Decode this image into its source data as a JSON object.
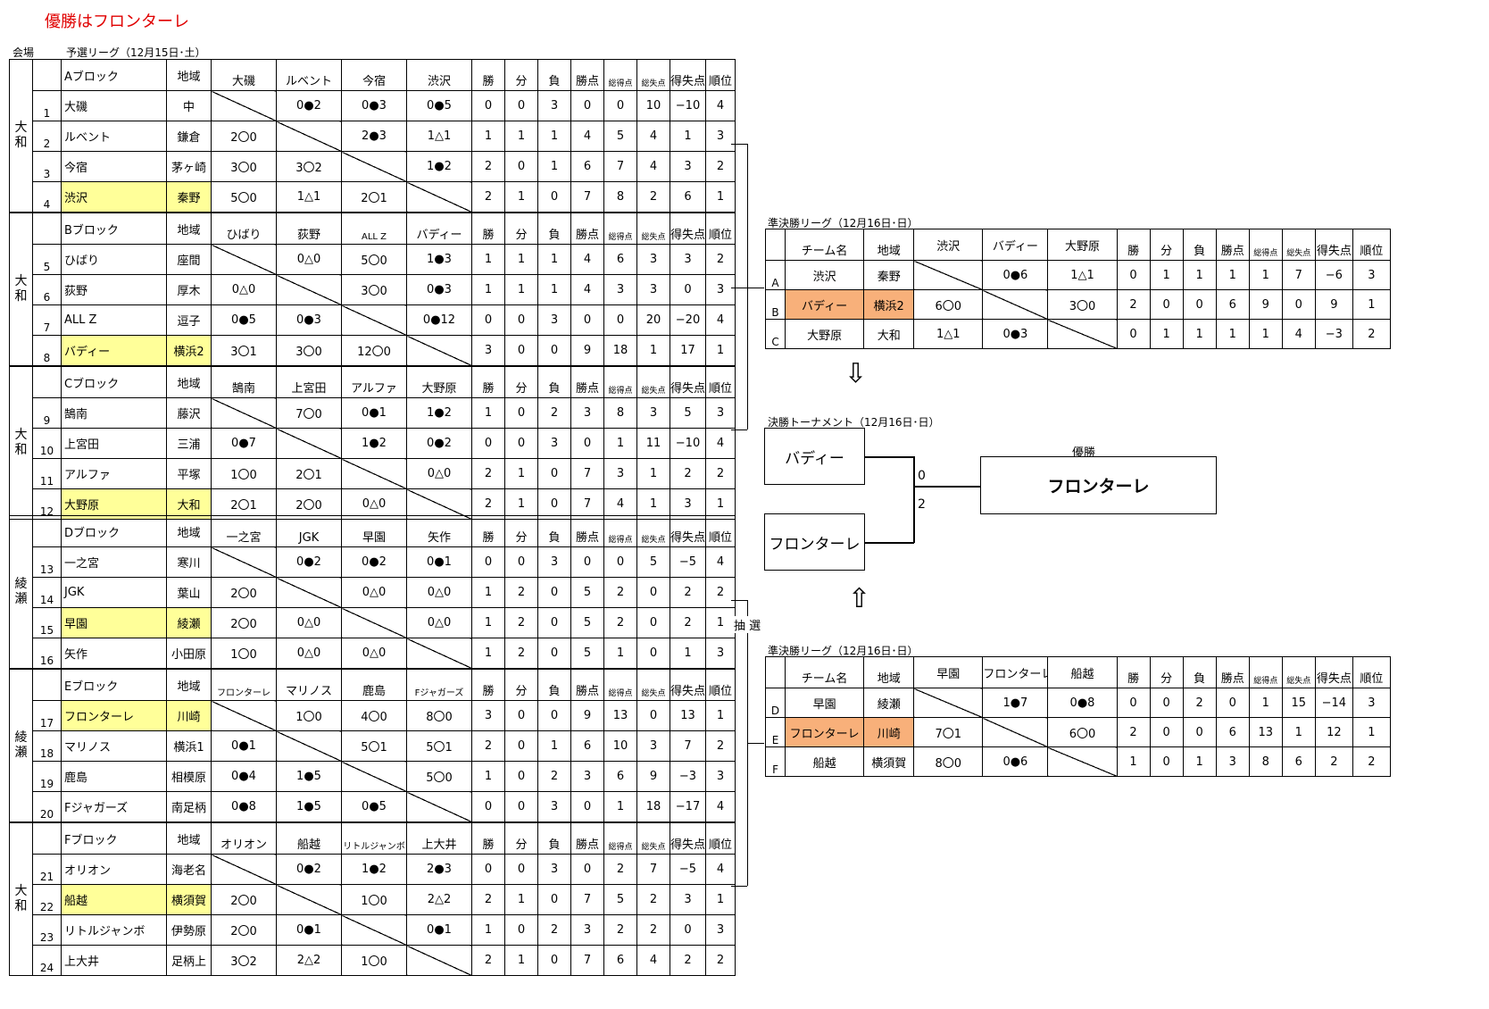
{
  "title": "優勝はフロンターレ",
  "labels": {
    "venue_header": "会場",
    "prelim": "予選リーグ（12月15日･土）",
    "semi1": "準決勝リーグ（12月16日･日）",
    "semi2": "準決勝リーグ（12月16日･日）",
    "final": "決勝トーナメント（12月16日･日）",
    "champion_label": "優勝",
    "lottery": "抽 選"
  },
  "stat_headers": [
    "勝",
    "分",
    "負",
    "勝点",
    "総得点",
    "総失点",
    "得失点",
    "順位"
  ],
  "region_header": "地域",
  "blocks": [
    {
      "name": "Aブロック",
      "venue": "大和",
      "opponents": [
        "大磯",
        "ルベント",
        "今宿",
        "渋沢"
      ],
      "rows": [
        {
          "no": "1",
          "team": "大磯",
          "region": "中",
          "results": [
            "",
            "0●2",
            "0●3",
            "0●5"
          ],
          "stats": [
            "0",
            "0",
            "3",
            "0",
            "0",
            "10",
            "−10",
            "4"
          ],
          "hl": false
        },
        {
          "no": "2",
          "team": "ルベント",
          "region": "鎌倉",
          "results": [
            "2〇0",
            "",
            "2●3",
            "1△1"
          ],
          "stats": [
            "1",
            "1",
            "1",
            "4",
            "5",
            "4",
            "1",
            "3"
          ],
          "hl": false
        },
        {
          "no": "3",
          "team": "今宿",
          "region": "茅ヶ崎",
          "results": [
            "3〇0",
            "3〇2",
            "",
            "1●2"
          ],
          "stats": [
            "2",
            "0",
            "1",
            "6",
            "7",
            "4",
            "3",
            "2"
          ],
          "hl": false
        },
        {
          "no": "4",
          "team": "渋沢",
          "region": "秦野",
          "results": [
            "5〇0",
            "1△1",
            "2〇1",
            ""
          ],
          "stats": [
            "2",
            "1",
            "0",
            "7",
            "8",
            "2",
            "6",
            "1"
          ],
          "hl": true
        }
      ]
    },
    {
      "name": "Bブロック",
      "venue": "大和",
      "opponents": [
        "ひばり",
        "荻野",
        "ALL Z",
        "バディー"
      ],
      "rows": [
        {
          "no": "5",
          "team": "ひばり",
          "region": "座間",
          "results": [
            "",
            "0△0",
            "5〇0",
            "1●3"
          ],
          "stats": [
            "1",
            "1",
            "1",
            "4",
            "6",
            "3",
            "3",
            "2"
          ],
          "hl": false
        },
        {
          "no": "6",
          "team": "荻野",
          "region": "厚木",
          "results": [
            "0△0",
            "",
            "3〇0",
            "0●3"
          ],
          "stats": [
            "1",
            "1",
            "1",
            "4",
            "3",
            "3",
            "0",
            "3"
          ],
          "hl": false
        },
        {
          "no": "7",
          "team": "ALL Z",
          "region": "逗子",
          "results": [
            "0●5",
            "0●3",
            "",
            "0●12"
          ],
          "stats": [
            "0",
            "0",
            "3",
            "0",
            "0",
            "20",
            "−20",
            "4"
          ],
          "hl": false
        },
        {
          "no": "8",
          "team": "バディー",
          "region": "横浜2",
          "results": [
            "3〇1",
            "3〇0",
            "12〇0",
            ""
          ],
          "stats": [
            "3",
            "0",
            "0",
            "9",
            "18",
            "1",
            "17",
            "1"
          ],
          "hl": true
        }
      ]
    },
    {
      "name": "Cブロック",
      "venue": "大和",
      "opponents": [
        "鵠南",
        "上宮田",
        "アルファ",
        "大野原"
      ],
      "rows": [
        {
          "no": "9",
          "team": "鵠南",
          "region": "藤沢",
          "results": [
            "",
            "7〇0",
            "0●1",
            "1●2"
          ],
          "stats": [
            "1",
            "0",
            "2",
            "3",
            "8",
            "3",
            "5",
            "3"
          ],
          "hl": false
        },
        {
          "no": "10",
          "team": "上宮田",
          "region": "三浦",
          "results": [
            "0●7",
            "",
            "1●2",
            "0●2"
          ],
          "stats": [
            "0",
            "0",
            "3",
            "0",
            "1",
            "11",
            "−10",
            "4"
          ],
          "hl": false
        },
        {
          "no": "11",
          "team": "アルファ",
          "region": "平塚",
          "results": [
            "1〇0",
            "2〇1",
            "",
            "0△0"
          ],
          "stats": [
            "2",
            "1",
            "0",
            "7",
            "3",
            "1",
            "2",
            "2"
          ],
          "hl": false
        },
        {
          "no": "12",
          "team": "大野原",
          "region": "大和",
          "results": [
            "2〇1",
            "2〇0",
            "0△0",
            ""
          ],
          "stats": [
            "2",
            "1",
            "0",
            "7",
            "4",
            "1",
            "3",
            "1"
          ],
          "hl": true
        }
      ]
    },
    {
      "name": "Dブロック",
      "venue": "綾瀬",
      "opponents": [
        "一之宮",
        "JGK",
        "早園",
        "矢作"
      ],
      "rows": [
        {
          "no": "13",
          "team": "一之宮",
          "region": "寒川",
          "results": [
            "",
            "0●2",
            "0●2",
            "0●1"
          ],
          "stats": [
            "0",
            "0",
            "3",
            "0",
            "0",
            "5",
            "−5",
            "4"
          ],
          "hl": false
        },
        {
          "no": "14",
          "team": "JGK",
          "region": "葉山",
          "results": [
            "2〇0",
            "",
            "0△0",
            "0△0"
          ],
          "stats": [
            "1",
            "2",
            "0",
            "5",
            "2",
            "0",
            "2",
            "2"
          ],
          "hl": false
        },
        {
          "no": "15",
          "team": "早園",
          "region": "綾瀬",
          "results": [
            "2〇0",
            "0△0",
            "",
            "0△0"
          ],
          "stats": [
            "1",
            "2",
            "0",
            "5",
            "2",
            "0",
            "2",
            "1"
          ],
          "hl": true
        },
        {
          "no": "16",
          "team": "矢作",
          "region": "小田原",
          "results": [
            "1〇0",
            "0△0",
            "0△0",
            ""
          ],
          "stats": [
            "1",
            "2",
            "0",
            "5",
            "1",
            "0",
            "1",
            "3"
          ],
          "hl": false
        }
      ]
    },
    {
      "name": "Eブロック",
      "venue": "綾瀬",
      "opponents": [
        "フロンターレ",
        "マリノス",
        "鹿島",
        "Fジャガーズ"
      ],
      "rows": [
        {
          "no": "17",
          "team": "フロンターレ",
          "region": "川崎",
          "results": [
            "",
            "1〇0",
            "4〇0",
            "8〇0"
          ],
          "stats": [
            "3",
            "0",
            "0",
            "9",
            "13",
            "0",
            "13",
            "1"
          ],
          "hl": true
        },
        {
          "no": "18",
          "team": "マリノス",
          "region": "横浜1",
          "results": [
            "0●1",
            "",
            "5〇1",
            "5〇1"
          ],
          "stats": [
            "2",
            "0",
            "1",
            "6",
            "10",
            "3",
            "7",
            "2"
          ],
          "hl": false
        },
        {
          "no": "19",
          "team": "鹿島",
          "region": "相模原",
          "results": [
            "0●4",
            "1●5",
            "",
            "5〇0"
          ],
          "stats": [
            "1",
            "0",
            "2",
            "3",
            "6",
            "9",
            "−3",
            "3"
          ],
          "hl": false
        },
        {
          "no": "20",
          "team": "Fジャガーズ",
          "region": "南足柄",
          "results": [
            "0●8",
            "1●5",
            "0●5",
            ""
          ],
          "stats": [
            "0",
            "0",
            "3",
            "0",
            "1",
            "18",
            "−17",
            "4"
          ],
          "hl": false
        }
      ]
    },
    {
      "name": "Fブロック",
      "venue": "大和",
      "opponents": [
        "オリオン",
        "船越",
        "リトルジャンボ",
        "上大井"
      ],
      "rows": [
        {
          "no": "21",
          "team": "オリオン",
          "region": "海老名",
          "results": [
            "",
            "0●2",
            "1●2",
            "2●3"
          ],
          "stats": [
            "0",
            "0",
            "3",
            "0",
            "2",
            "7",
            "−5",
            "4"
          ],
          "hl": false
        },
        {
          "no": "22",
          "team": "船越",
          "region": "横須賀",
          "results": [
            "2〇0",
            "",
            "1〇0",
            "2△2"
          ],
          "stats": [
            "2",
            "1",
            "0",
            "7",
            "5",
            "2",
            "3",
            "1"
          ],
          "hl": true
        },
        {
          "no": "23",
          "team": "リトルジャンボ",
          "region": "伊勢原",
          "results": [
            "2〇0",
            "0●1",
            "",
            "0●1"
          ],
          "stats": [
            "1",
            "0",
            "2",
            "3",
            "2",
            "2",
            "0",
            "3"
          ],
          "hl": false
        },
        {
          "no": "24",
          "team": "上大井",
          "region": "足柄上",
          "results": [
            "3〇2",
            "2△2",
            "1〇0",
            ""
          ],
          "stats": [
            "2",
            "1",
            "0",
            "7",
            "6",
            "4",
            "2",
            "2"
          ],
          "hl": false
        }
      ]
    }
  ],
  "semis": [
    {
      "team_header": "チーム名",
      "region_header": "地域",
      "opponents": [
        "渋沢",
        "バディー",
        "大野原"
      ],
      "rows": [
        {
          "letter": "A",
          "team": "渋沢",
          "region": "秦野",
          "results": [
            "",
            "0●6",
            "1△1"
          ],
          "stats": [
            "0",
            "1",
            "1",
            "1",
            "1",
            "7",
            "−6",
            "3"
          ],
          "hl": false
        },
        {
          "letter": "B",
          "team": "バディー",
          "region": "横浜2",
          "results": [
            "6〇0",
            "",
            "3〇0"
          ],
          "stats": [
            "2",
            "0",
            "0",
            "6",
            "9",
            "0",
            "9",
            "1"
          ],
          "hl": true
        },
        {
          "letter": "C",
          "team": "大野原",
          "region": "大和",
          "results": [
            "1△1",
            "0●3",
            ""
          ],
          "stats": [
            "0",
            "1",
            "1",
            "1",
            "1",
            "4",
            "−3",
            "2"
          ],
          "hl": false
        }
      ]
    },
    {
      "team_header": "チーム名",
      "region_header": "地域",
      "opponents": [
        "早園",
        "フロンターレ",
        "船越"
      ],
      "rows": [
        {
          "letter": "D",
          "team": "早園",
          "region": "綾瀬",
          "results": [
            "",
            "1●7",
            "0●8"
          ],
          "stats": [
            "0",
            "0",
            "2",
            "0",
            "1",
            "15",
            "−14",
            "3"
          ],
          "hl": false
        },
        {
          "letter": "E",
          "team": "フロンターレ",
          "region": "川崎",
          "results": [
            "7〇1",
            "",
            "6〇0"
          ],
          "stats": [
            "2",
            "0",
            "0",
            "6",
            "13",
            "1",
            "12",
            "1"
          ],
          "hl": true
        },
        {
          "letter": "F",
          "team": "船越",
          "region": "横須賀",
          "results": [
            "8〇0",
            "0●6",
            ""
          ],
          "stats": [
            "1",
            "0",
            "1",
            "3",
            "8",
            "6",
            "2",
            "2"
          ],
          "hl": false
        }
      ]
    }
  ],
  "final": {
    "team1": "バディー",
    "score1": "0",
    "team2": "フロンターレ",
    "score2": "2",
    "champion": "フロンターレ",
    "arrow_down": "⇩",
    "arrow_up": "⇧"
  }
}
